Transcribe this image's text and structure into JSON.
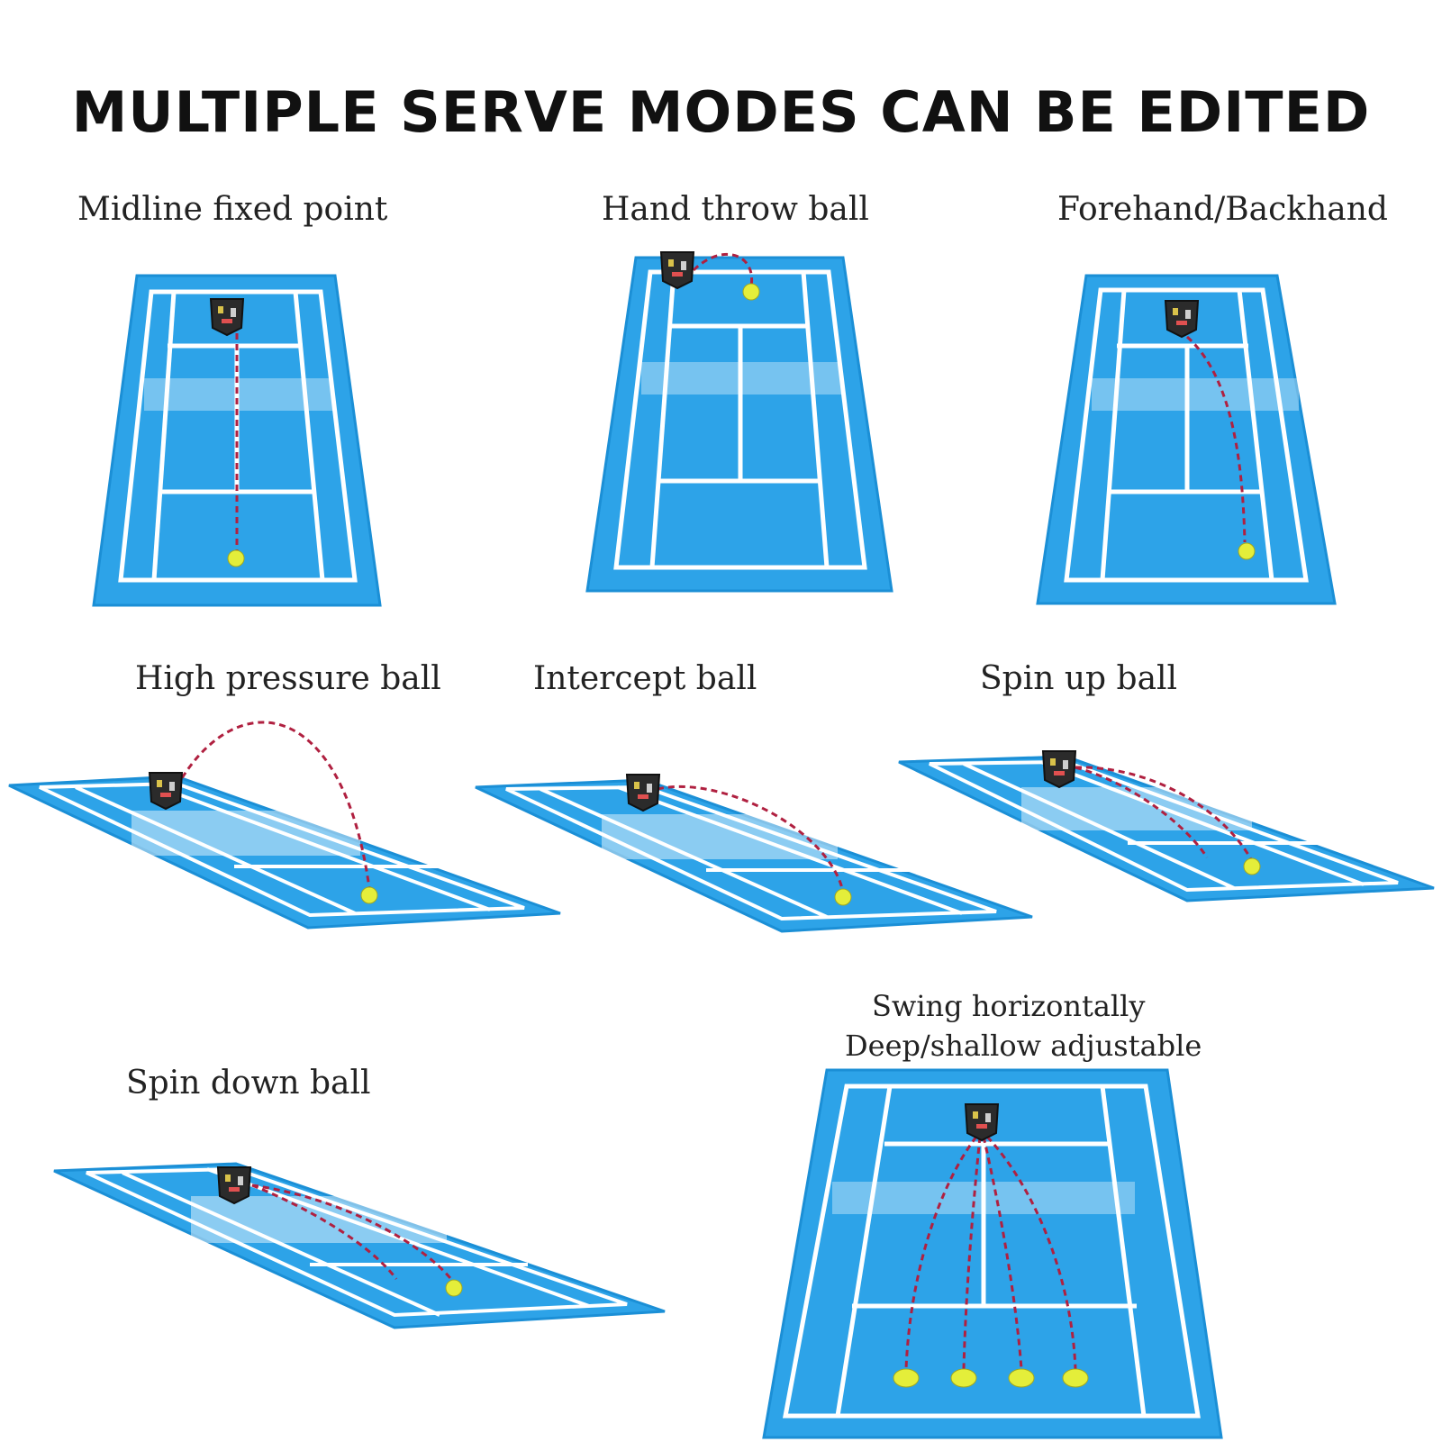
{
  "title": "MULTIPLE SERVE MODES CAN BE EDITED",
  "modes": [
    {
      "label": "Midline fixed point"
    },
    {
      "label": "Hand throw ball"
    },
    {
      "label": "Forehand/Backhand"
    },
    {
      "label": "High pressure ball"
    },
    {
      "label": "Intercept ball"
    },
    {
      "label": "Spin up ball"
    },
    {
      "label": "Spin down ball"
    },
    {
      "label": "Swing horizontally",
      "label2": "Deep/shallow adjustable"
    }
  ],
  "colors": {
    "court": "#2da3e8",
    "court_edge": "#1b8fd6",
    "lines": "#ffffff",
    "path": "#b02040",
    "ball": "#e4ee3a",
    "machine": "#2b2b2b"
  }
}
